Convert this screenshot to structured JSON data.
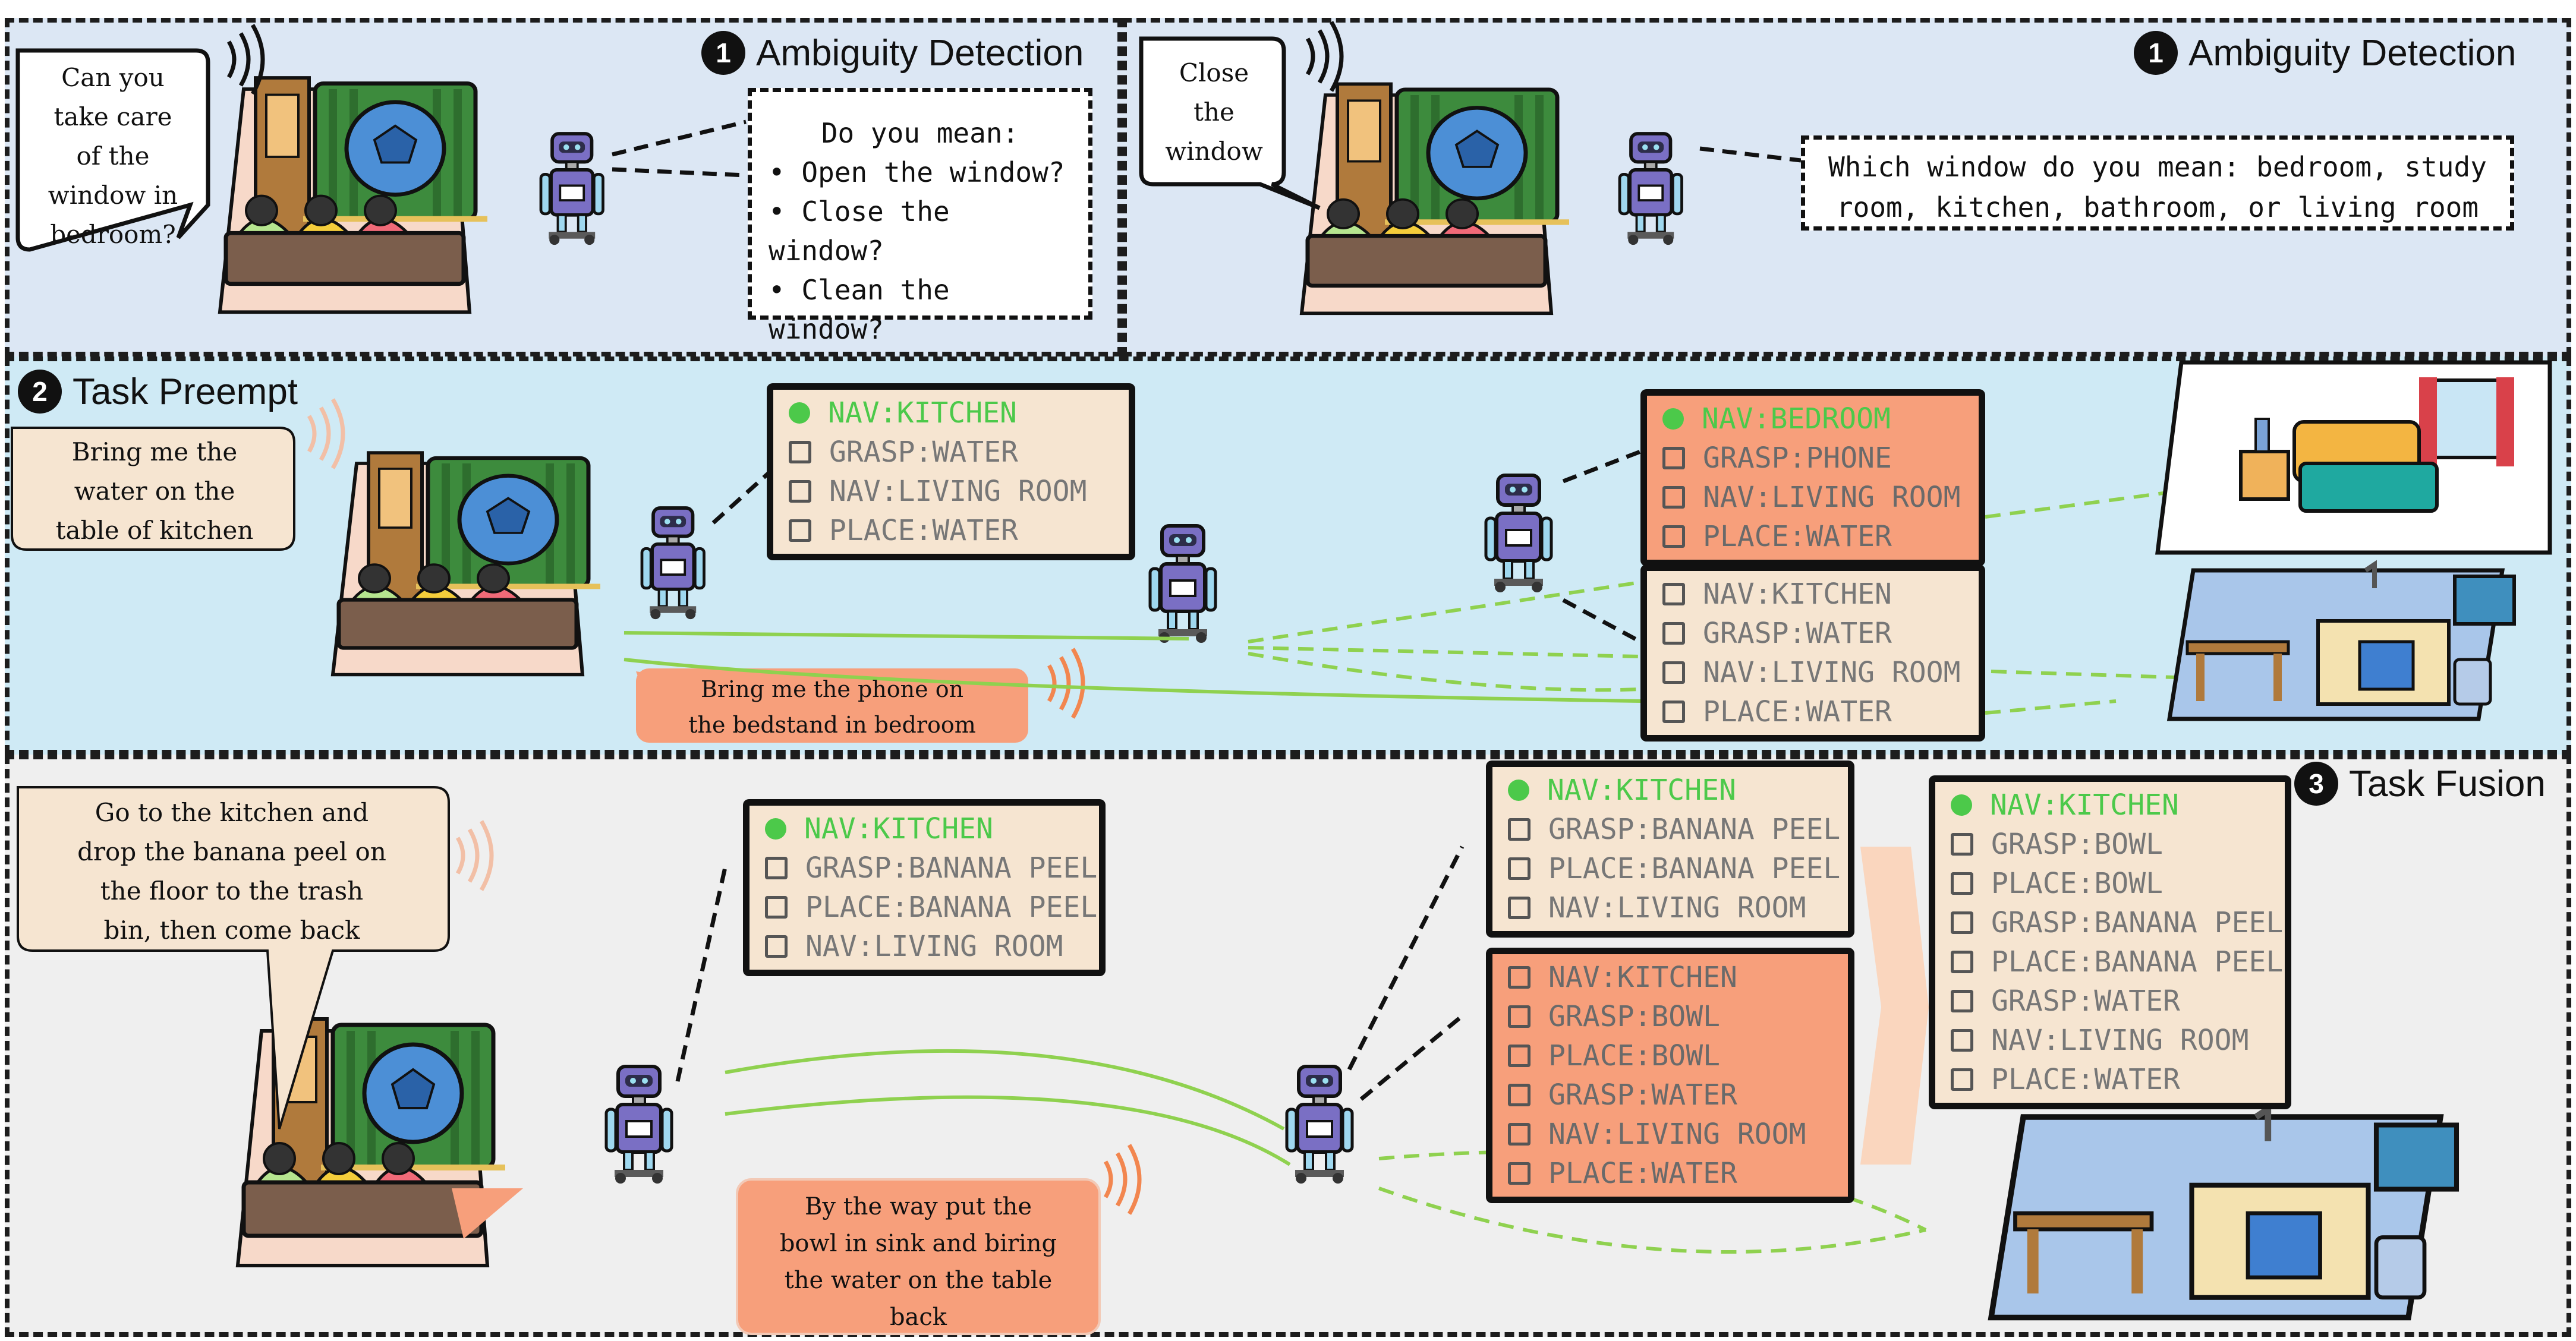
{
  "sections": {
    "ambiguity_left": {
      "number": "1",
      "title": "Ambiguity Detection"
    },
    "ambiguity_right": {
      "number": "1",
      "title": "Ambiguity Detection"
    },
    "preempt": {
      "number": "2",
      "title": "Task Preempt"
    },
    "fusion": {
      "number": "3",
      "title": "Task Fusion"
    }
  },
  "ambiguity_left": {
    "user_request": "Can you\ntake care\nof the\nwindow in\nbedroom?",
    "question": "Do you mean:",
    "options": [
      "Open the window?",
      "Close the window?",
      "Clean the window?"
    ]
  },
  "ambiguity_right": {
    "user_request": "Close\nthe\nwindow",
    "question": "Which window do you mean: bedroom, study\nroom, kitchen, bathroom, or living room"
  },
  "preempt": {
    "request_1": "Bring me the\nwater on the\ntable of kitchen",
    "request_2": "Bring me the phone on\nthe bedstand in bedroom",
    "plan_initial": [
      "NAV:KITCHEN",
      "GRASP:WATER",
      "NAV:LIVING ROOM",
      "PLACE:WATER"
    ],
    "plan_preempt": [
      "NAV:BEDROOM",
      "GRASP:PHONE",
      "NAV:LIVING ROOM",
      "PLACE:WATER"
    ],
    "plan_resumed": [
      "NAV:KITCHEN",
      "GRASP:WATER",
      "NAV:LIVING ROOM",
      "PLACE:WATER"
    ]
  },
  "fusion": {
    "request_1": "Go to the kitchen and\ndrop the banana peel on\nthe floor to the trash\nbin, then come back",
    "request_2": "By the way put the\nbowl in sink and biring\nthe water on the table\nback",
    "plan_initial": [
      "NAV:KITCHEN",
      "GRASP:BANANA PEEL",
      "PLACE:BANANA PEEL",
      "NAV:LIVING ROOM"
    ],
    "plan_a": [
      "NAV:KITCHEN",
      "GRASP:BANANA PEEL",
      "PLACE:BANANA PEEL",
      "NAV:LIVING ROOM"
    ],
    "plan_b": [
      "NAV:KITCHEN",
      "GRASP:BOWL",
      "PLACE:BOWL",
      "GRASP:WATER",
      "NAV:LIVING ROOM",
      "PLACE:WATER"
    ],
    "plan_fused": [
      "NAV:KITCHEN",
      "GRASP:BOWL",
      "PLACE:BOWL",
      "GRASP:BANANA PEEL",
      "PLACE:BANANA PEEL",
      "GRASP:WATER",
      "NAV:LIVING ROOM",
      "PLACE:WATER"
    ]
  },
  "colors": {
    "current_step": "#4cc94a",
    "active_plan": "#f79f7b",
    "plan_bg": "#f6e5d1",
    "path": "#8fd14f",
    "robot": "#7a6fc4"
  },
  "icons": [
    "robot-icon",
    "tv-icon",
    "sofa-icon",
    "speaker-wave-icon",
    "bedroom-icon",
    "kitchen-icon"
  ]
}
